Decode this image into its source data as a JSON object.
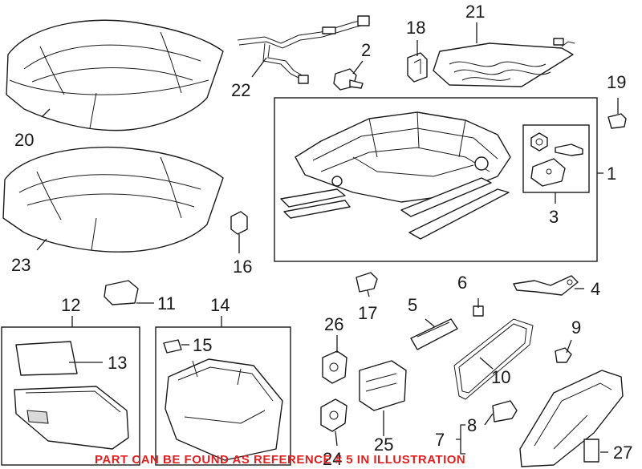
{
  "callouts": {
    "c1": "1",
    "c2": "2",
    "c3": "3",
    "c4": "4",
    "c5": "5",
    "c6": "6",
    "c7": "7",
    "c8": "8",
    "c9": "9",
    "c10": "10",
    "c11": "11",
    "c12": "12",
    "c13": "13",
    "c14": "14",
    "c15": "15",
    "c16": "16",
    "c17": "17",
    "c18": "18",
    "c19": "19",
    "c20": "20",
    "c21": "21",
    "c22": "22",
    "c23": "23",
    "c24": "24",
    "c25": "25",
    "c26": "26",
    "c27": "27"
  },
  "notice": "PART CAN BE FOUND AS REFERENCE # 5 IN ILLUSTRATION",
  "colors": {
    "line": "#1a1a1a",
    "notice": "#e02020",
    "background": "#ffffff"
  }
}
